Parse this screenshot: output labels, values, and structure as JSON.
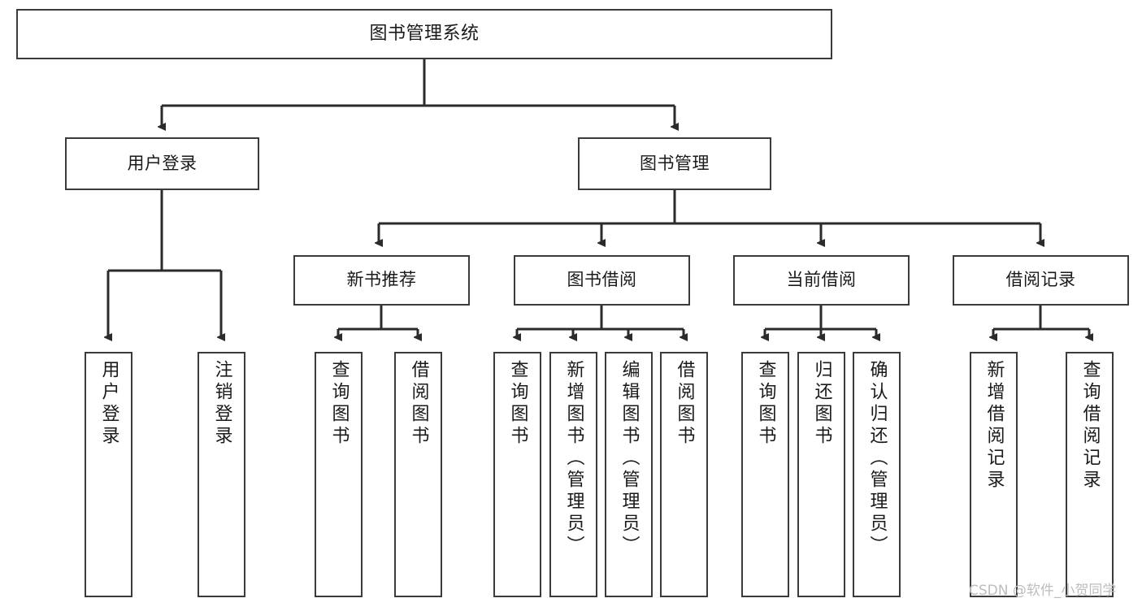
{
  "diagram": {
    "title": "图书管理系统",
    "type": "tree-hierarchy",
    "colors": {
      "box_border": "#3b3b3b",
      "box_fill": "#ffffff",
      "connector": "#2b2b2b",
      "text": "#1a1a1a",
      "watermark": "#bdbdbd",
      "background": "#ffffff"
    },
    "watermark": "CSDN @软件_小贺同学",
    "levels": {
      "level1": [
        "图书管理系统"
      ],
      "level2": [
        "用户登录",
        "图书管理"
      ],
      "level3": [
        "新书推荐",
        "图书借阅",
        "当前借阅",
        "借阅记录"
      ],
      "level4": [
        "用户登录",
        "注销登录",
        "查询图书",
        "借阅图书",
        "查询图书",
        "新增图书（管理员）",
        "编辑图书（管理员）",
        "借阅图书",
        "查询图书",
        "归还图书",
        "确认归还（管理员）",
        "新增借阅记录",
        "查询借阅记录"
      ]
    },
    "nodes": {
      "root": {
        "label": "图书管理系统"
      },
      "user_login": {
        "label": "用户登录"
      },
      "book_manage": {
        "label": "图书管理"
      },
      "new_book_rec": {
        "label": "新书推荐"
      },
      "book_borrow": {
        "label": "图书借阅"
      },
      "current_borrow": {
        "label": "当前借阅"
      },
      "borrow_record": {
        "label": "借阅记录"
      },
      "leaf_user_login": {
        "label": "用户登录"
      },
      "leaf_logout": {
        "label": "注销登录"
      },
      "leaf_query_book_1": {
        "label": "查询图书"
      },
      "leaf_borrow_book_1": {
        "label": "借阅图书"
      },
      "leaf_query_book_2": {
        "label": "查询图书"
      },
      "leaf_add_book": {
        "label": "新增图书（管理员）"
      },
      "leaf_edit_book": {
        "label": "编辑图书（管理员）"
      },
      "leaf_borrow_book_2": {
        "label": "借阅图书"
      },
      "leaf_query_book_3": {
        "label": "查询图书"
      },
      "leaf_return_book": {
        "label": "归还图书"
      },
      "leaf_confirm_return": {
        "label": "确认归还（管理员）"
      },
      "leaf_add_record": {
        "label": "新增借阅记录"
      },
      "leaf_query_record": {
        "label": "查询借阅记录"
      }
    }
  }
}
